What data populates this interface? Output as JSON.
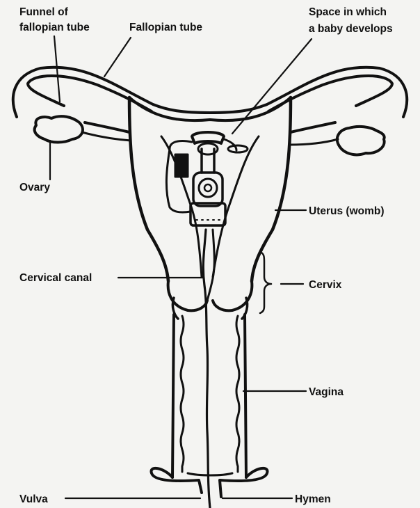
{
  "labels": {
    "funnel_line1": "Funnel of",
    "funnel_line2": "fallopian tube",
    "fallopian_tube": "Fallopian tube",
    "space_line1": "Space in which",
    "space_line2": "a baby develops",
    "ovary": "Ovary",
    "uterus": "Uterus (womb)",
    "cervical_canal": "Cervical canal",
    "cervix": "Cervix",
    "vagina": "Vagina",
    "vulva": "Vulva",
    "hymen": "Hymen"
  },
  "colors": {
    "ink": "#111111",
    "paper": "#f4f4f2"
  }
}
